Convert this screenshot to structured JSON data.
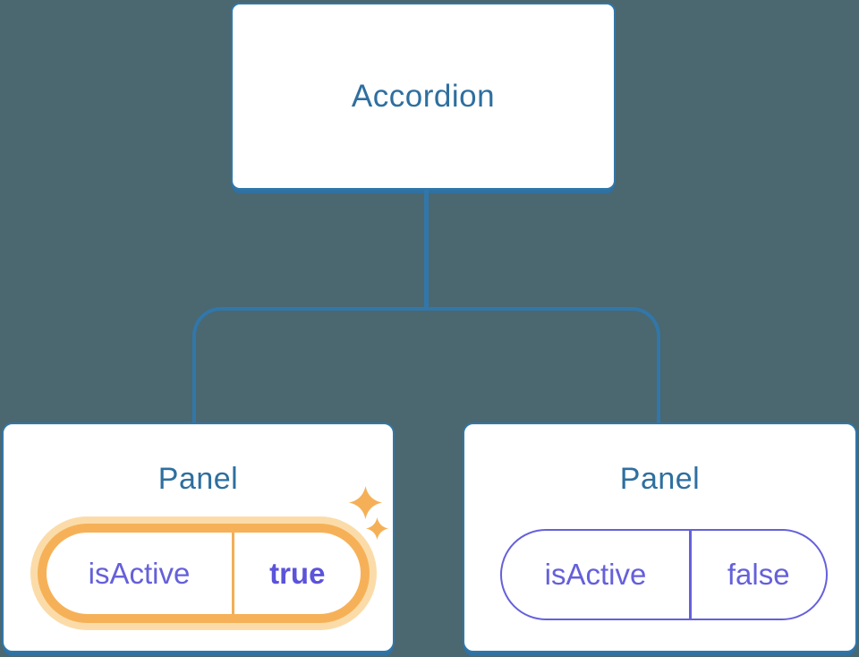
{
  "diagram": {
    "root": {
      "label": "Accordion"
    },
    "children": [
      {
        "label": "Panel",
        "highlighted": true,
        "state": {
          "key": "isActive",
          "value": "true"
        }
      },
      {
        "label": "Panel",
        "highlighted": false,
        "state": {
          "key": "isActive",
          "value": "false"
        }
      }
    ]
  },
  "icons": {
    "sparkle_big": "sparkle-icon",
    "sparkle_small": "sparkle-icon"
  },
  "colors": {
    "background": "#4B6770",
    "line_blue": "#3177A9",
    "title_blue": "#2E6F9F",
    "purple": "#6560DA",
    "purple_bold": "#5B53DA",
    "orange_ring": "#F6B158",
    "orange_halo": "#FBDCA9",
    "orange_divider": "#F2AE55",
    "sparkle": "#F5B057",
    "node_fill": "#FFFFFF",
    "shadow_blue": "#2F71A2"
  }
}
